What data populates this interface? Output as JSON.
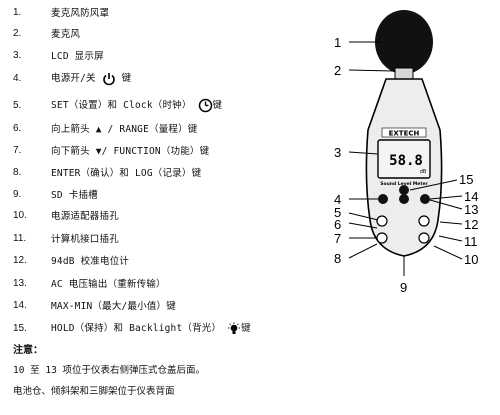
{
  "items": [
    {
      "num": "1.",
      "text": "麦克风防风罩"
    },
    {
      "num": "2.",
      "text": "麦克风"
    },
    {
      "num": "3.",
      "text": "LCD 显示屏"
    },
    {
      "num": "4.",
      "text": "电源开/关",
      "suffix": "键",
      "icon": "power-icon"
    },
    {
      "num": "5.",
      "text": "SET（设置）和 Clock（时钟）",
      "suffix": "键",
      "icon": "clock-icon"
    },
    {
      "num": "6.",
      "text": "向上箭头 ▲ / RANGE（量程）键"
    },
    {
      "num": "7.",
      "text": "向下箭头 ▼/ FUNCTION（功能）键"
    },
    {
      "num": "8.",
      "text": "ENTER（确认）和 LOG（记录）键"
    },
    {
      "num": "9.",
      "text": "SD 卡插槽"
    },
    {
      "num": "10.",
      "text": "电源适配器插孔"
    },
    {
      "num": "11.",
      "text": "计算机接口插孔"
    },
    {
      "num": "12.",
      "text": "94dB 校准电位计"
    },
    {
      "num": "13.",
      "text": "AC 电压输出（重新传输）"
    },
    {
      "num": "14.",
      "text": "MAX-MIN（最大/最小值）键"
    },
    {
      "num": "15.",
      "text": "HOLD（保持）和 Backlight（背光）",
      "suffix": "键",
      "icon": "backlight-icon"
    }
  ],
  "note": {
    "title": "注意：",
    "line1": "10 至 13 项位于仪表右侧弹压式仓盖后面。",
    "line2": "电池仓、倾斜架和三脚架位于仪表背面"
  },
  "meter": {
    "brand": "EXTECH",
    "display_value": "58.8",
    "display_unit": "dB",
    "model_label": "Sound Level Meter",
    "callouts": [
      "1",
      "2",
      "3",
      "4",
      "5",
      "6",
      "7",
      "8",
      "9",
      "10",
      "11",
      "12",
      "13",
      "14",
      "15"
    ]
  }
}
